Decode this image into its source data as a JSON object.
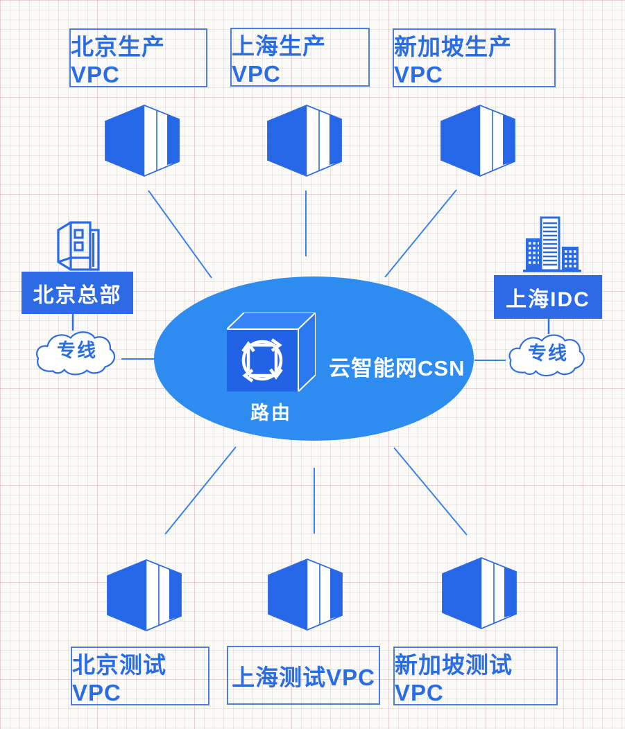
{
  "diagram": {
    "center_hub": {
      "label": "云智能网CSN",
      "router_label": "路由",
      "icon": "router-cube-icon"
    },
    "top_vpcs": [
      {
        "label": "北京生产VPC",
        "icon": "vpc-3d-box-icon"
      },
      {
        "label": "上海生产VPC",
        "icon": "vpc-3d-box-icon"
      },
      {
        "label": "新加坡生产VPC",
        "icon": "vpc-3d-box-icon"
      }
    ],
    "bottom_vpcs": [
      {
        "label": "北京测试VPC",
        "icon": "vpc-3d-box-icon"
      },
      {
        "label": "上海测试VPC",
        "icon": "vpc-3d-box-icon"
      },
      {
        "label": "新加坡测试VPC",
        "icon": "vpc-3d-box-icon"
      }
    ],
    "left_site": {
      "label": "北京总部",
      "link_label": "专线",
      "icon": "office-building-icon"
    },
    "right_site": {
      "label": "上海IDC",
      "link_label": "专线",
      "icon": "city-buildings-icon"
    },
    "colors": {
      "accent_blue": "#2d6ae6",
      "hub_blue": "#2e8cf0",
      "icon_blue": "#2667e8",
      "line_blue": "#3b82e8",
      "box_text_blue": "#2a6de3",
      "label_text": "#ffffff"
    }
  }
}
